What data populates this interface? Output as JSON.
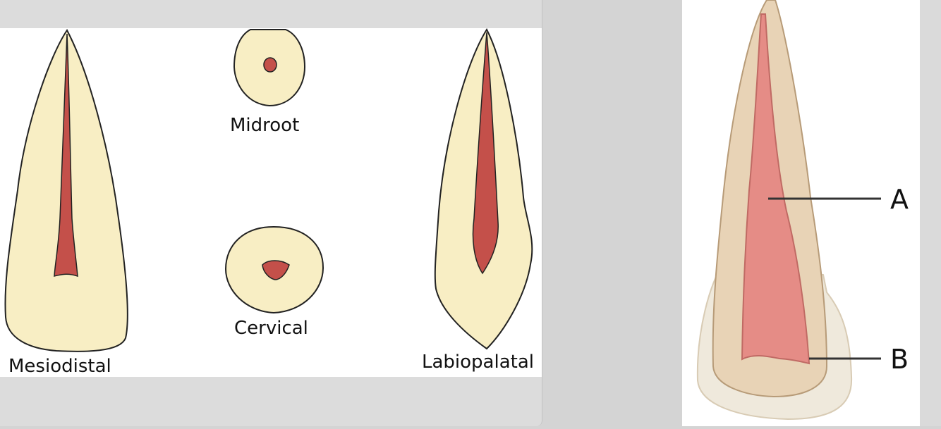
{
  "left_diagram": {
    "labels": {
      "mesiodistal": "Mesiodistal",
      "midroot": "Midroot",
      "cervical": "Cervical",
      "labiopalatal": "Labiopalatal"
    }
  },
  "right_diagram": {
    "labels": {
      "a": "A",
      "b": "B"
    }
  },
  "colors": {
    "tooth_fill": "#f8eec4",
    "canal_fill": "#c4504a",
    "outline": "#222222",
    "right_tooth_outer": "#efe9dc",
    "right_tooth_mid": "#e8d3b6",
    "right_canal": "#e58c86"
  }
}
